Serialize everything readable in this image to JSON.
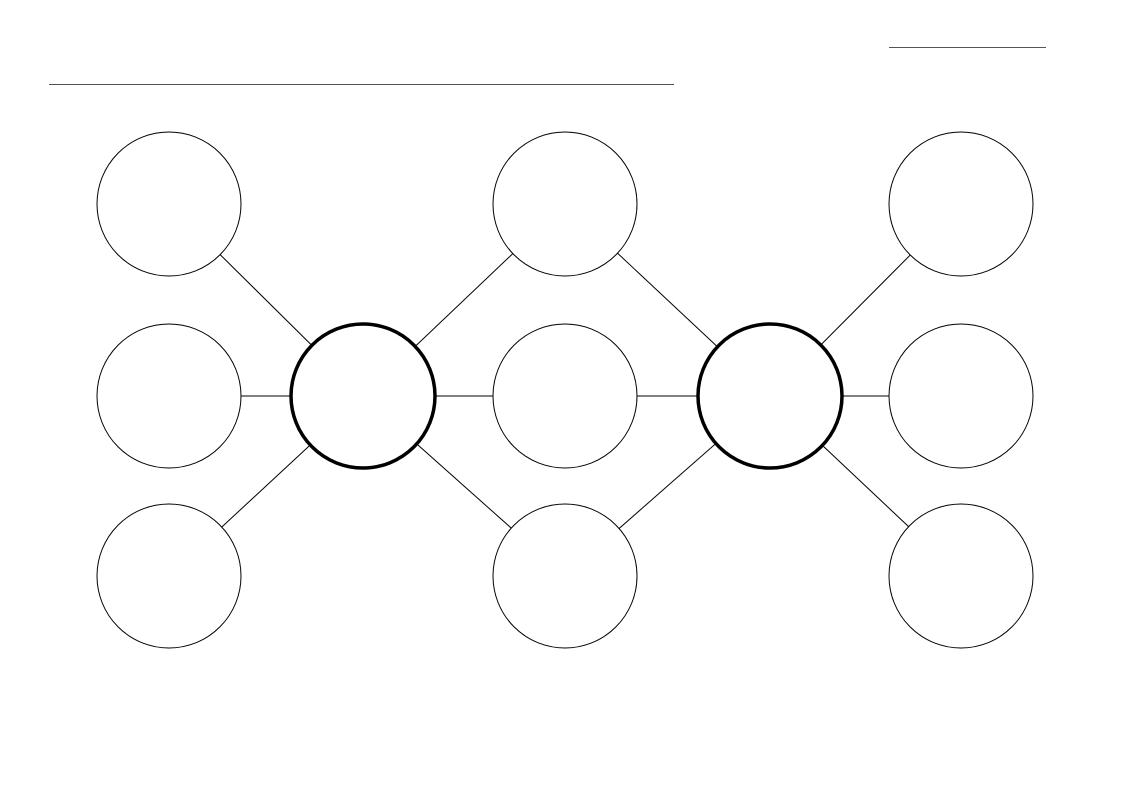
{
  "header": {
    "name_blank": "",
    "date_blank": ""
  },
  "diagram": {
    "type": "double-bubble-map",
    "line_color": "#000000",
    "main_topics": [
      {
        "id": "topic-a",
        "label": ""
      },
      {
        "id": "topic-b",
        "label": ""
      }
    ],
    "bubbles": [
      {
        "id": "a-only-1",
        "group": "left",
        "label": ""
      },
      {
        "id": "a-only-2",
        "group": "left",
        "label": ""
      },
      {
        "id": "a-only-3",
        "group": "left",
        "label": ""
      },
      {
        "id": "shared-1",
        "group": "shared",
        "label": ""
      },
      {
        "id": "shared-2",
        "group": "shared",
        "label": ""
      },
      {
        "id": "shared-3",
        "group": "shared",
        "label": ""
      },
      {
        "id": "b-only-1",
        "group": "right",
        "label": ""
      },
      {
        "id": "b-only-2",
        "group": "right",
        "label": ""
      },
      {
        "id": "b-only-3",
        "group": "right",
        "label": ""
      }
    ],
    "connections": [
      [
        "topic-a",
        "a-only-1"
      ],
      [
        "topic-a",
        "a-only-2"
      ],
      [
        "topic-a",
        "a-only-3"
      ],
      [
        "topic-a",
        "shared-1"
      ],
      [
        "topic-a",
        "shared-2"
      ],
      [
        "topic-a",
        "shared-3"
      ],
      [
        "topic-b",
        "shared-1"
      ],
      [
        "topic-b",
        "shared-2"
      ],
      [
        "topic-b",
        "shared-3"
      ],
      [
        "topic-b",
        "b-only-1"
      ],
      [
        "topic-b",
        "b-only-2"
      ],
      [
        "topic-b",
        "b-only-3"
      ]
    ]
  }
}
